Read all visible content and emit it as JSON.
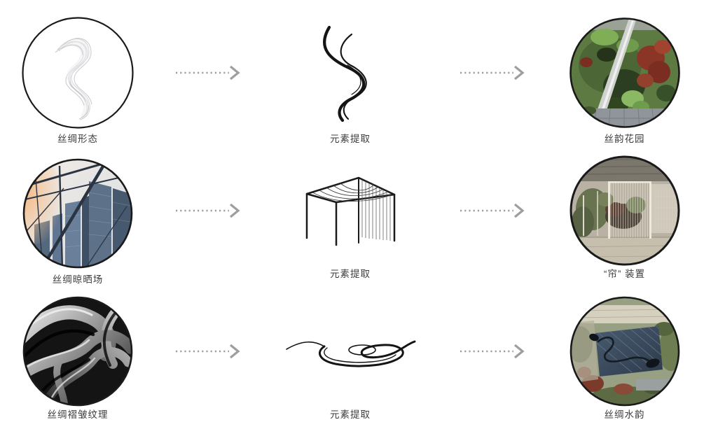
{
  "diagram": {
    "title_implied": "",
    "arrow": {
      "style": "dotted",
      "direction": "right",
      "color": "#9e9e9e"
    },
    "colors": {
      "background": "#ffffff",
      "caption_text": "#3c3c3c",
      "circle_outline": "#1a1a1a",
      "sketch_stroke": "#141414",
      "silk_strand_gray": "#c7c7cc",
      "sun_flare": "#f2a56b",
      "tower_blue": "#55697f",
      "garden_green": "#5d7a43",
      "maple_red": "#8a3526",
      "pool_blue": "#3d4e62"
    },
    "rows": [
      {
        "source": {
          "label": "丝绸形态",
          "image": "silk-fabric-swirl"
        },
        "extraction": {
          "label": "元素提取",
          "sketch": "silk-ribbon-curves"
        },
        "result": {
          "label": "丝韵花园",
          "image": "aerial-garden"
        }
      },
      {
        "source": {
          "label": "丝绸晾晒场",
          "image": "silk-drying-scaffold"
        },
        "extraction": {
          "label": "元素提取",
          "sketch": "canopy-wireframe"
        },
        "result": {
          "label": "“帘” 装置",
          "image": "curtain-installation"
        }
      },
      {
        "source": {
          "label": "丝绸褶皱纹理",
          "image": "silk-fold-texture"
        },
        "extraction": {
          "label": "元素提取",
          "sketch": "meander-water-lines"
        },
        "result": {
          "label": "丝绸水韵",
          "image": "aerial-water-feature"
        }
      }
    ]
  }
}
